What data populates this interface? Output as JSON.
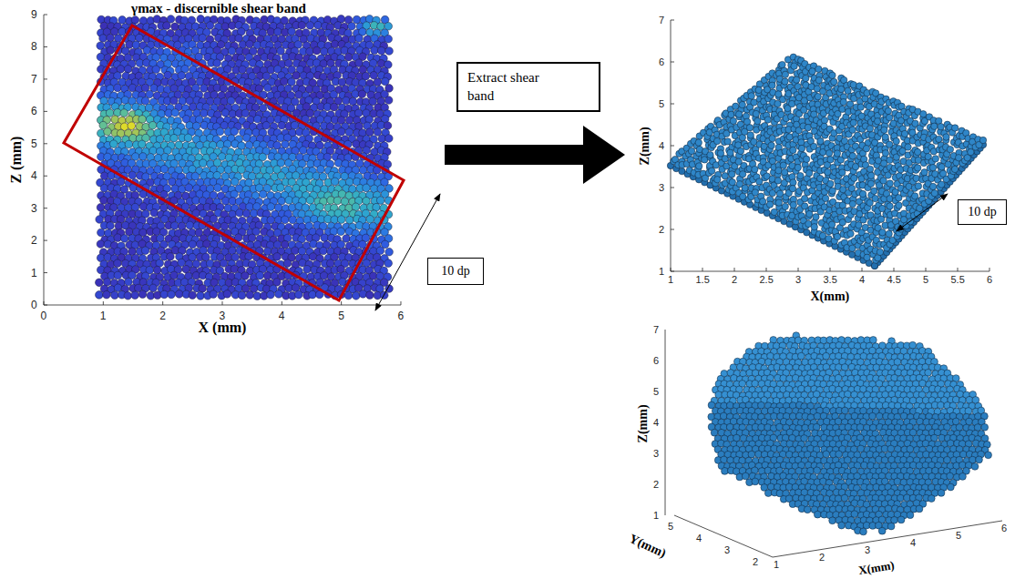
{
  "diagram": {
    "title": "γmax - discernible shear band",
    "nodes": [
      {
        "text": [
          "Extract shear band"
        ]
      },
      {
        "text": [
          "10 dp"
        ]
      },
      {
        "text": [
          "10 dp"
        ]
      }
    ],
    "labels": [
      "0",
      "1",
      "2",
      "3",
      "4",
      "5",
      "6",
      "0",
      "1",
      "2",
      "3",
      "4",
      "5",
      "6",
      "7",
      "8",
      "9",
      "X (mm)",
      "Z (mm)",
      "1",
      "1.5",
      "2",
      "2.5",
      "3",
      "3.5",
      "4",
      "4.5",
      "5",
      "5.5",
      "6",
      "1",
      "2",
      "3",
      "4",
      "5",
      "6",
      "7",
      "X(mm)",
      "Z(mm)",
      "1",
      "2",
      "3",
      "4",
      "5",
      "6",
      "7",
      "5",
      "4",
      "3",
      "2",
      "1",
      "2",
      "3",
      "4",
      "5",
      "6",
      "Z(mm)",
      "Y(mm)",
      "X(mm)"
    ]
  }
}
